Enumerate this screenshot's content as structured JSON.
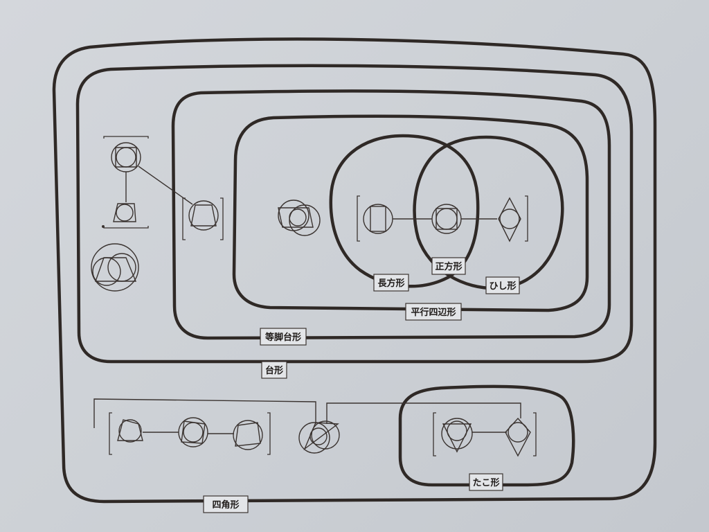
{
  "labels": {
    "quadrilateral": "四角形",
    "trapezoid": "台形",
    "isosceles_trapezoid": "等脚台形",
    "parallelogram": "平行四辺形",
    "rectangle": "長方形",
    "square": "正方形",
    "rhombus": "ひし形",
    "kite": "たこ形"
  },
  "colors": {
    "paper": "#cdd1d6",
    "ink": "#2f2926"
  }
}
